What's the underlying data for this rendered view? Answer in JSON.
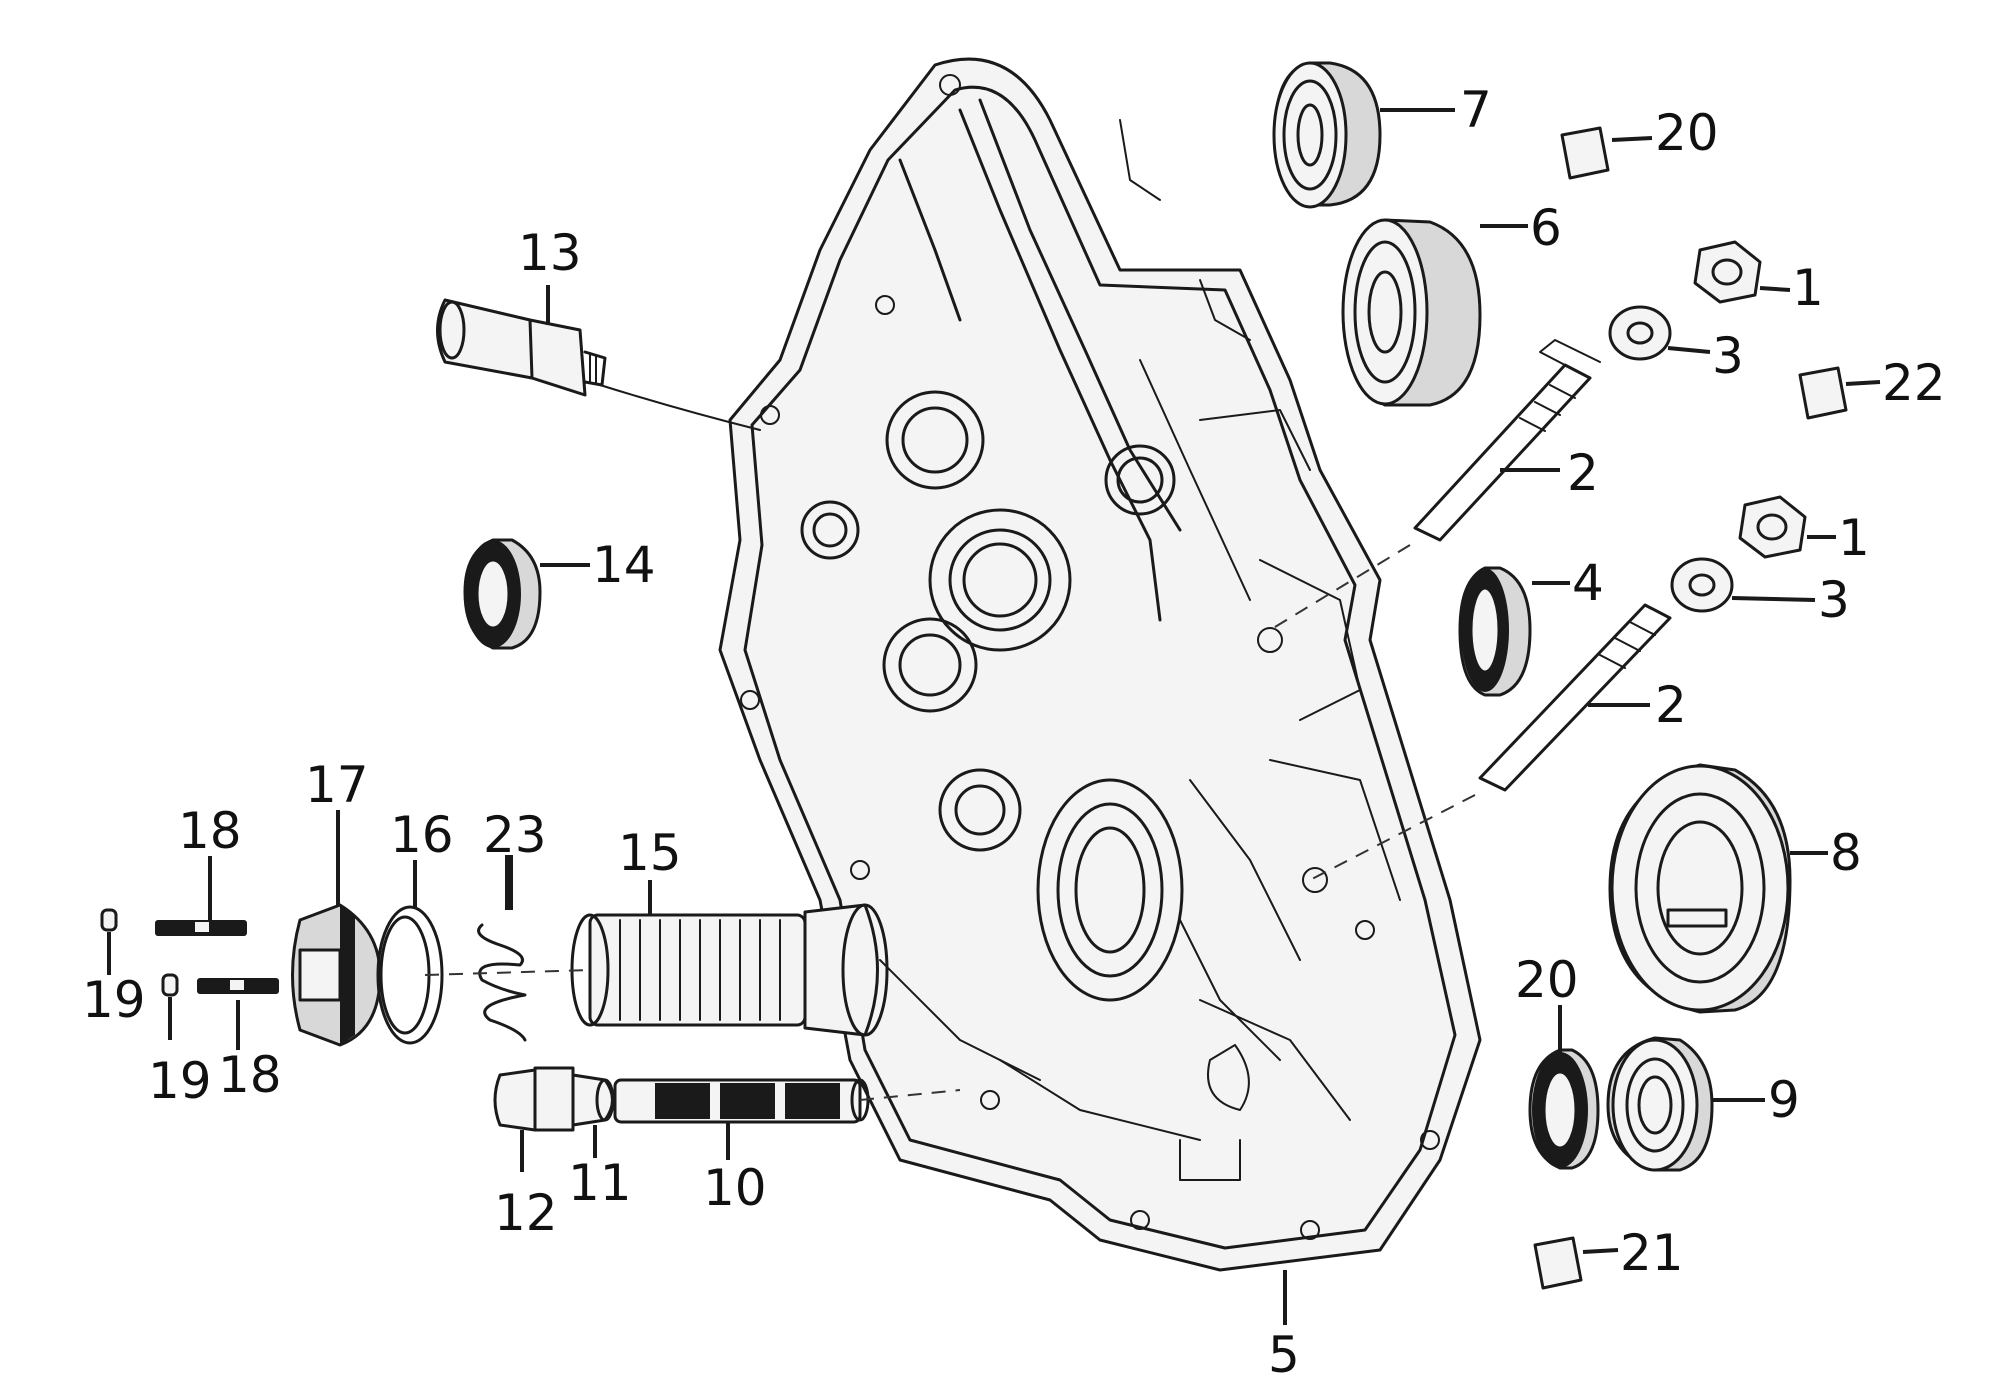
{
  "diagram": {
    "labels": [
      "1",
      "1",
      "2",
      "2",
      "3",
      "3",
      "4",
      "5",
      "6",
      "7",
      "8",
      "9",
      "10",
      "11",
      "12",
      "13",
      "14",
      "15",
      "16",
      "17",
      "18",
      "18",
      "19",
      "19",
      "20",
      "20",
      "21",
      "22",
      "23"
    ]
  },
  "colors": {
    "line": "#1a1a1a",
    "background": "#ffffff"
  }
}
